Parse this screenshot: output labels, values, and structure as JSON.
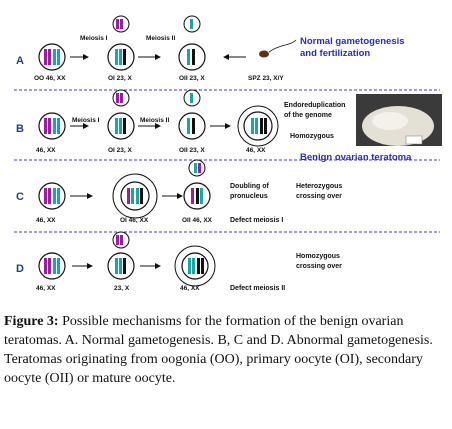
{
  "rows": [
    "A",
    "B",
    "C",
    "D"
  ],
  "labels": {
    "a_oo": "OO 46, XX",
    "a_oi": "OI 23, X",
    "a_oii": "OII 23, X",
    "a_spz": "SPZ 23, X/Y",
    "b_46": "46, XX",
    "b_oi": "OI 23, X",
    "b_oii": "OII 23, X",
    "b_46b": "46, XX",
    "c_46": "46, XX",
    "c_oi": "OI 46, XX",
    "c_oii": "OII 46, XX",
    "d_46": "46, XX",
    "d_23": "23, X",
    "d_46b": "46, XX"
  },
  "steps": {
    "meiosis1": "Meiosis I",
    "meiosis2": "Meiosis II"
  },
  "notes": {
    "normal_l1": "Normal gametogenesis",
    "normal_l2": "and fertilization",
    "endo_l1": "Endoreduplication",
    "endo_l2": "of the genome",
    "homozygous": "Homozygous",
    "benign": "Benign ovarian teratoma",
    "doubling_l1": "Doubling of",
    "doubling_l2": "pronucleus",
    "hetero_l1": "Heterozygous",
    "hetero_l2": "crossing over",
    "defect1": "Defect meiosis I",
    "homo_l1": "Homozygous",
    "homo_l2": "crossing over",
    "defect2": "Defect meiosis II"
  },
  "caption": {
    "label": "Figure 3:",
    "text": " Possible mechanisms for the formation of the benign ovarian teratomas. A. Normal gametogenesis. B, C and D. Abnormal gametogenesis. Teratomas originating from oogonia (OO), primary oocyte (OI), secondary oocyte (OII) or mature oocyte."
  },
  "colors": {
    "magenta": "#a01aa8",
    "teal": "#12a9a8",
    "blue": "#2a2ad0",
    "dash": "#3b3bb0"
  }
}
